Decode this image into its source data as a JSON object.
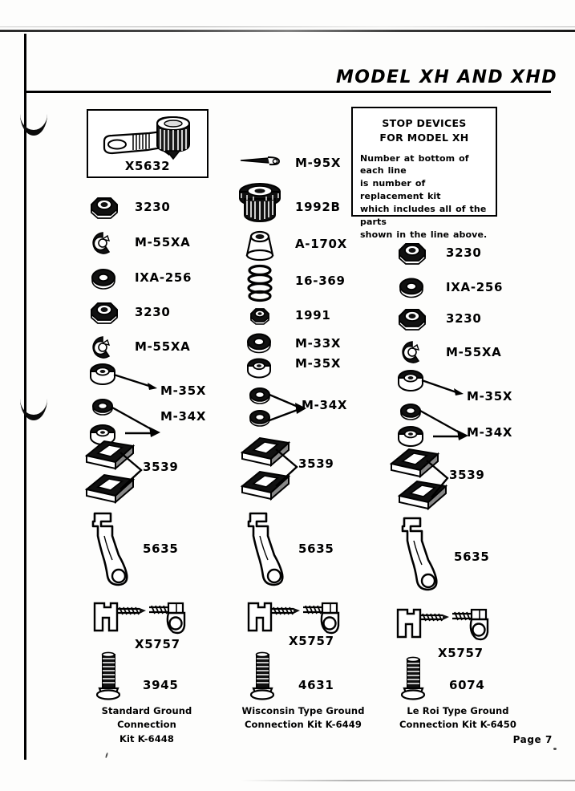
{
  "header": {
    "title": "MODEL XH AND XHD",
    "page_label": "Page 7"
  },
  "note_box": {
    "heading_line1": "STOP DEVICES",
    "heading_line2": "FOR MODEL XH",
    "body_line1": "Number at bottom of each line",
    "body_line2": "is number of replacement kit",
    "body_line3": "which includes all of the parts",
    "body_line4": "shown in the line above."
  },
  "detail_view": {
    "part_number": "X5632",
    "icon": "lever-knob-assembly-icon"
  },
  "columns": [
    {
      "id": "standard",
      "caption_line1": "Standard Ground Connection",
      "caption_line2": "Kit K-6448",
      "kit_number": "3945",
      "parts": [
        {
          "label": "3230",
          "icon": "hex-nut-icon"
        },
        {
          "label": "M-55XA",
          "icon": "retaining-ring-icon"
        },
        {
          "label": "IXA-256",
          "icon": "flat-washer-icon"
        },
        {
          "label": "3230",
          "icon": "hex-nut-icon"
        },
        {
          "label": "M-55XA",
          "icon": "retaining-ring-icon"
        },
        {
          "label": "M-35X",
          "icon": "bushing-icon"
        },
        {
          "label": "M-34X",
          "icon": "washer-pair-icon"
        },
        {
          "label": "3539",
          "icon": "brush-block-pair-icon"
        },
        {
          "label": "5635",
          "icon": "bracket-arm-icon"
        },
        {
          "label": "X5757",
          "icon": "ground-cable-icon"
        },
        {
          "label": "3945",
          "icon": "screw-icon"
        }
      ]
    },
    {
      "id": "wisconsin",
      "caption_line1": "Wisconsin Type Ground",
      "caption_line2": "Connection Kit K-6449",
      "kit_number": "4631",
      "parts": [
        {
          "label": "M-95X",
          "icon": "cotter-pin-icon"
        },
        {
          "label": "1992B",
          "icon": "knurled-knob-icon"
        },
        {
          "label": "A-170X",
          "icon": "tapered-sleeve-icon"
        },
        {
          "label": "16-369",
          "icon": "coil-spring-icon"
        },
        {
          "label": "1991",
          "icon": "small-nut-icon"
        },
        {
          "label": "M-33X",
          "icon": "flat-washer-icon"
        },
        {
          "label": "M-35X",
          "icon": "bushing-icon"
        },
        {
          "label": "M-34X",
          "icon": "washer-pair-icon"
        },
        {
          "label": "3539",
          "icon": "brush-block-pair-icon"
        },
        {
          "label": "5635",
          "icon": "bracket-arm-icon"
        },
        {
          "label": "X5757",
          "icon": "ground-cable-icon"
        },
        {
          "label": "4631",
          "icon": "screw-icon"
        }
      ]
    },
    {
      "id": "leroi",
      "caption_line1": "Le Roi Type Ground",
      "caption_line2": "Connection Kit K-6450",
      "kit_number": "6074",
      "parts": [
        {
          "label": "3230",
          "icon": "hex-nut-icon"
        },
        {
          "label": "IXA-256",
          "icon": "flat-washer-icon"
        },
        {
          "label": "3230",
          "icon": "hex-nut-icon"
        },
        {
          "label": "M-55XA",
          "icon": "retaining-ring-icon"
        },
        {
          "label": "M-35X",
          "icon": "bushing-icon"
        },
        {
          "label": "M-34X",
          "icon": "washer-pair-icon"
        },
        {
          "label": "3539",
          "icon": "brush-block-pair-icon"
        },
        {
          "label": "5635",
          "icon": "bracket-arm-icon"
        },
        {
          "label": "X5757",
          "icon": "ground-cable-icon"
        },
        {
          "label": "6074",
          "icon": "screw-icon"
        }
      ]
    }
  ]
}
